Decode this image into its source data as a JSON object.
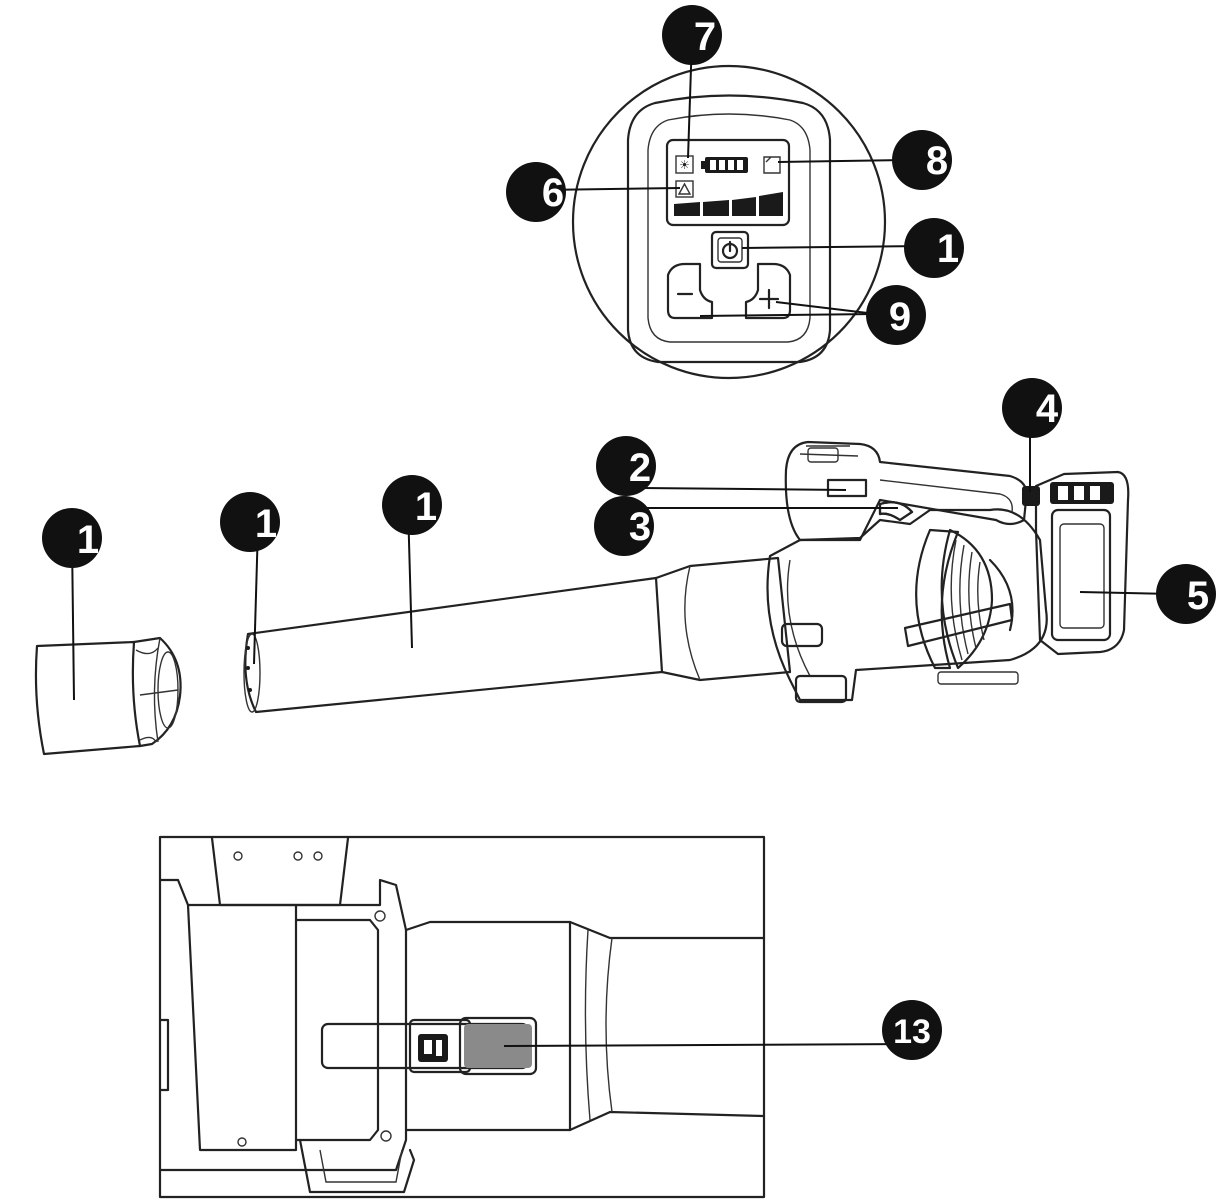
{
  "callouts": [
    {
      "id": "callout-7",
      "label": "7"
    },
    {
      "id": "callout-8",
      "label": "8"
    },
    {
      "id": "callout-6",
      "label": "6"
    },
    {
      "id": "callout-1-power",
      "label": "1"
    },
    {
      "id": "callout-9",
      "label": "9"
    },
    {
      "id": "callout-4",
      "label": "4"
    },
    {
      "id": "callout-2",
      "label": "2"
    },
    {
      "id": "callout-3",
      "label": "3"
    },
    {
      "id": "callout-5",
      "label": "5"
    },
    {
      "id": "callout-1-nozzle",
      "label": "1"
    },
    {
      "id": "callout-1-tube-end",
      "label": "1"
    },
    {
      "id": "callout-1-tube",
      "label": "1"
    },
    {
      "id": "callout-13",
      "label": "13"
    }
  ],
  "icons": {
    "power": "power-icon",
    "minus": "minus-icon",
    "plus": "plus-icon",
    "battery": "battery-level-icon",
    "warning": "warning-icon"
  },
  "colors": {
    "callout_fill": "#111111",
    "callout_text": "#ffffff",
    "line": "#222222",
    "latch_fill": "#8a8a8a"
  }
}
